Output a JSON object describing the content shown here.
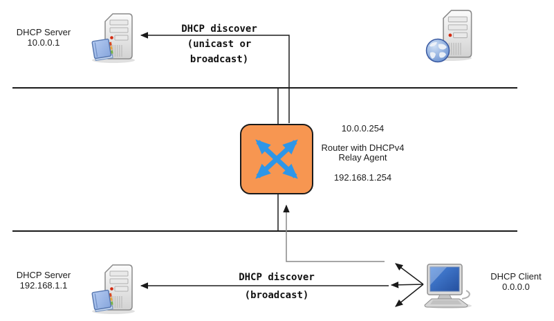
{
  "nodes": {
    "server_top": {
      "name": "DHCP Server",
      "ip": "10.0.0.1"
    },
    "server_bottom": {
      "name": "DHCP Server",
      "ip": "192.168.1.1"
    },
    "client": {
      "name": "DHCP Client",
      "ip": "0.0.0.0"
    },
    "router": {
      "ip_top": "10.0.0.254",
      "title_line1": "Router with DHCPv4",
      "title_line2": "Relay Agent",
      "ip_bottom": "192.168.1.254"
    }
  },
  "flows": {
    "relayed_discover": {
      "line1": "DHCP discover",
      "line2": "(unicast or",
      "line3": "broadcast)"
    },
    "client_discover": {
      "line1": "DHCP discover",
      "line2": "(broadcast)"
    }
  },
  "icons": {
    "server_top": "server-with-directory-icon",
    "server_bottom": "server-with-directory-icon",
    "internet_server": "internet-server-globe-icon",
    "client": "desktop-computer-icon",
    "router": "crossed-arrows-router-icon"
  },
  "colors": {
    "router_fill": "#F79651",
    "router_arrows": "#2E96E8",
    "line_black": "#1a1a1a",
    "relay_path_gray": "#888888",
    "screen_blue": "#3A70C8"
  }
}
